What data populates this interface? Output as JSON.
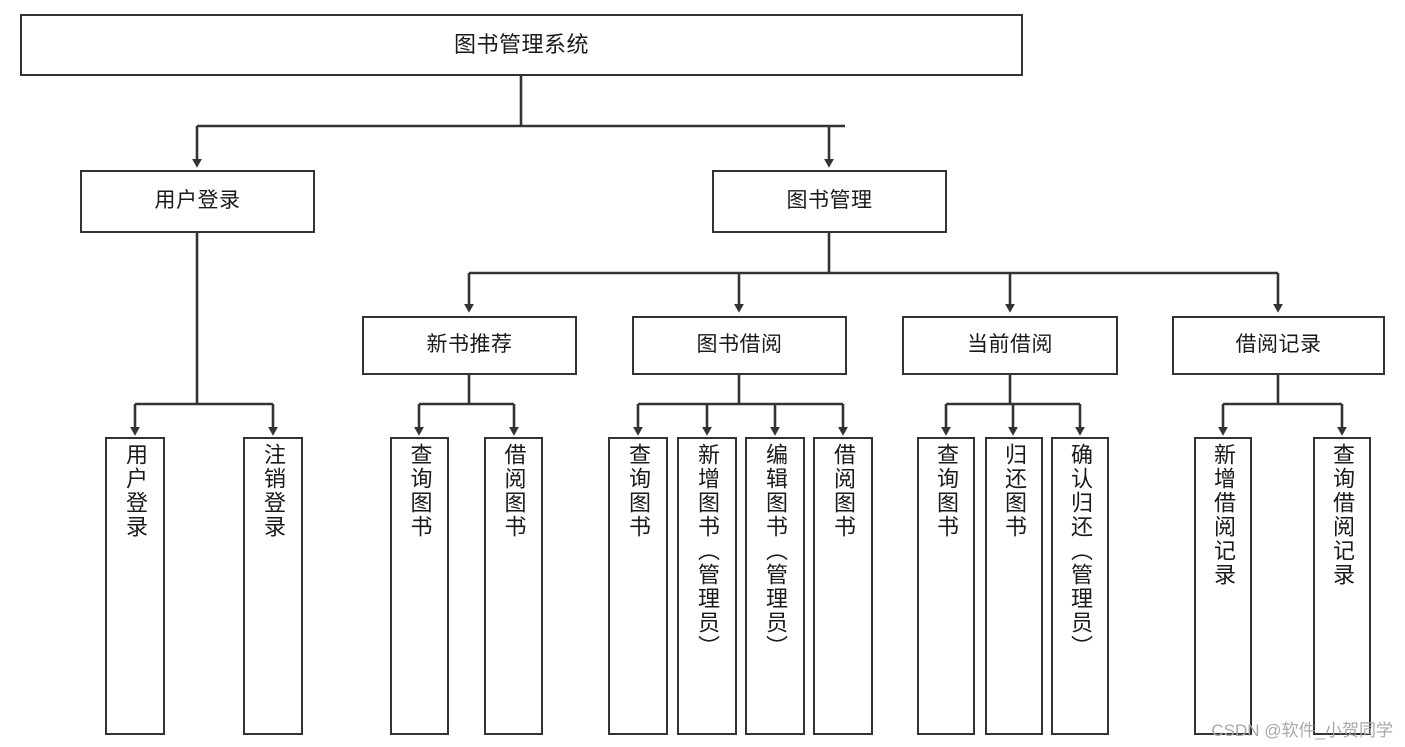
{
  "diagram": {
    "title": "图书管理系统",
    "watermark": "CSDN @软件_小贺同学",
    "style": {
      "box_border": "#333333",
      "box_fill": "#ffffff",
      "edge_color": "#333333",
      "background": "#ffffff",
      "text_color": "#1a1a1a",
      "watermark_color": "#a8a8a8"
    },
    "levels": {
      "root": "图书管理系统",
      "level2": [
        "用户登录",
        "图书管理"
      ],
      "level3": [
        "新书推荐",
        "图书借阅",
        "当前借阅",
        "借阅记录"
      ]
    },
    "nodes": {
      "root": {
        "label": "图书管理系统"
      },
      "user_login": {
        "label": "用户登录"
      },
      "book_manage": {
        "label": "图书管理"
      },
      "new_book_rec": {
        "label": "新书推荐"
      },
      "book_borrow": {
        "label": "图书借阅"
      },
      "current_borrow": {
        "label": "当前借阅"
      },
      "borrow_record": {
        "label": "借阅记录"
      },
      "leaf_user_login": {
        "label": "用户登录"
      },
      "leaf_logout": {
        "label": "注销登录"
      },
      "leaf_query_book_a": {
        "label": "查询图书"
      },
      "leaf_borrow_book_a": {
        "label": "借阅图书"
      },
      "leaf_query_book_b": {
        "label": "查询图书"
      },
      "leaf_add_book": {
        "label": "新增图书（管理员）"
      },
      "leaf_edit_book": {
        "label": "编辑图书（管理员）"
      },
      "leaf_borrow_book_b": {
        "label": "借阅图书"
      },
      "leaf_query_book_c": {
        "label": "查询图书"
      },
      "leaf_return_book": {
        "label": "归还图书"
      },
      "leaf_confirm_return": {
        "label": "确认归还（管理员）"
      },
      "leaf_add_record": {
        "label": "新增借阅记录"
      },
      "leaf_query_record": {
        "label": "查询借阅记录"
      }
    },
    "edges": [
      {
        "from": "root",
        "to": "user_login"
      },
      {
        "from": "root",
        "to": "book_manage"
      },
      {
        "from": "user_login",
        "to": "leaf_user_login"
      },
      {
        "from": "user_login",
        "to": "leaf_logout"
      },
      {
        "from": "book_manage",
        "to": "new_book_rec"
      },
      {
        "from": "book_manage",
        "to": "book_borrow"
      },
      {
        "from": "book_manage",
        "to": "current_borrow"
      },
      {
        "from": "book_manage",
        "to": "borrow_record"
      },
      {
        "from": "new_book_rec",
        "to": "leaf_query_book_a"
      },
      {
        "from": "new_book_rec",
        "to": "leaf_borrow_book_a"
      },
      {
        "from": "book_borrow",
        "to": "leaf_query_book_b"
      },
      {
        "from": "book_borrow",
        "to": "leaf_add_book"
      },
      {
        "from": "book_borrow",
        "to": "leaf_edit_book"
      },
      {
        "from": "book_borrow",
        "to": "leaf_borrow_book_b"
      },
      {
        "from": "current_borrow",
        "to": "leaf_query_book_c"
      },
      {
        "from": "current_borrow",
        "to": "leaf_return_book"
      },
      {
        "from": "current_borrow",
        "to": "leaf_confirm_return"
      },
      {
        "from": "borrow_record",
        "to": "leaf_add_record"
      },
      {
        "from": "borrow_record",
        "to": "leaf_query_record"
      }
    ]
  }
}
